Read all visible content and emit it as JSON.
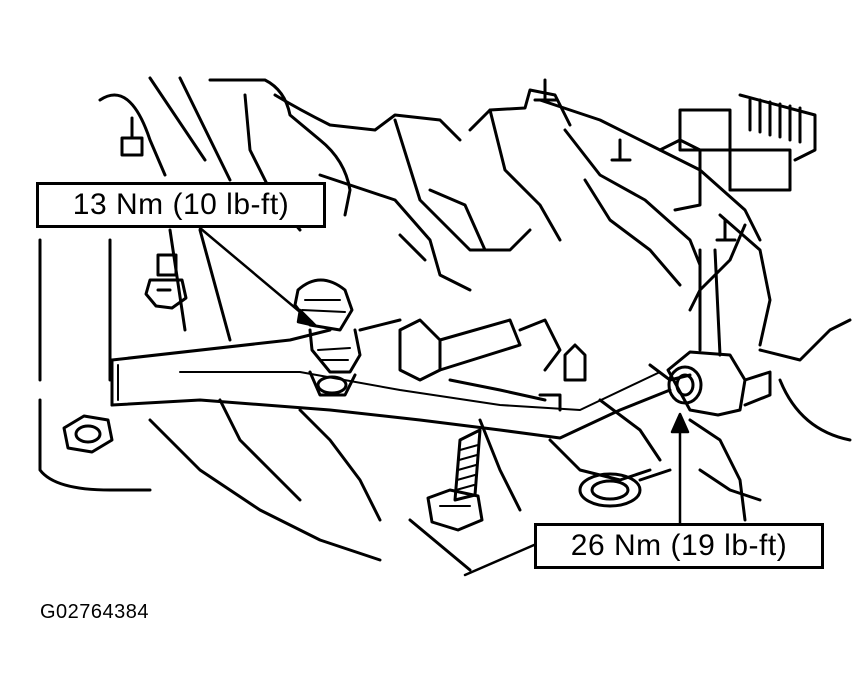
{
  "callouts": {
    "top_label": "13 Nm (10 lb-ft)",
    "bottom_label": "26 Nm (19 lb-ft)"
  },
  "figure_id": "G02764384",
  "colors": {
    "ink": "#000000",
    "paper": "#ffffff"
  }
}
